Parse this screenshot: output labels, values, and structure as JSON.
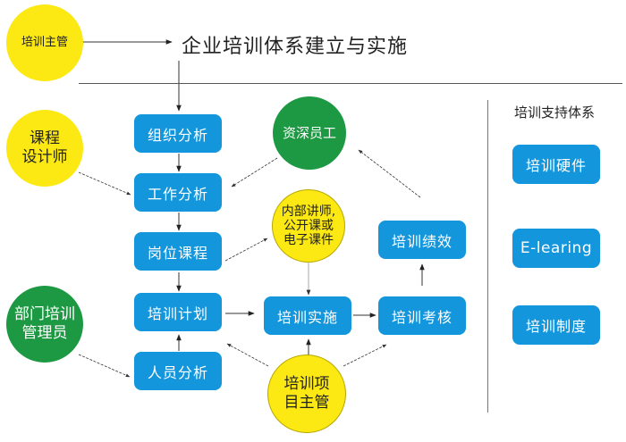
{
  "title": "企业培训体系建立与实施",
  "roles": {
    "training_director": "培训主管",
    "course_designer": [
      "课程",
      "设计师"
    ],
    "dept_training_admin": [
      "部门培训",
      "管理员"
    ],
    "senior_staff": "资深员工",
    "trainers": [
      "内部讲师,",
      "公开课或",
      "电子课件"
    ],
    "project_manager": [
      "培训项",
      "目主管"
    ]
  },
  "flow": {
    "org_analysis": "组织分析",
    "job_analysis": "工作分析",
    "post_courses": "岗位课程",
    "training_plan": "培训计划",
    "staff_analysis": "人员分析",
    "training_delivery": "培训实施",
    "training_assessment": "培训考核",
    "training_performance": "培训绩效"
  },
  "support": {
    "title": "培训支持体系",
    "items": [
      "培训硬件",
      "E-learing",
      "培训制度"
    ]
  },
  "colors": {
    "box": "#1496dc",
    "yellow": "#fce812",
    "green": "#1c9942"
  }
}
